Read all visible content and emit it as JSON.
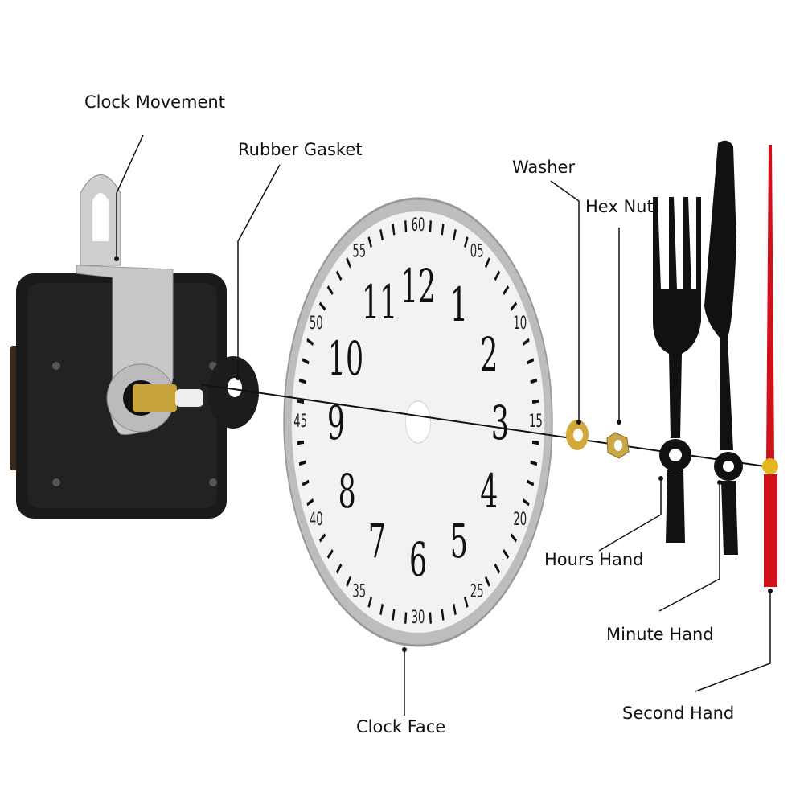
{
  "labels": {
    "clock_movement": "Clock Movement",
    "rubber_gasket": "Rubber Gasket",
    "washer": "Washer",
    "hex_nut": "Hex Nut",
    "hours_hand": "Hours Hand",
    "minute_hand": "Minute Hand",
    "second_hand": "Second Hand",
    "clock_face": "Clock Face"
  },
  "clock_face": {
    "hour_numbers": [
      "12",
      "1",
      "2",
      "3",
      "4",
      "5",
      "6",
      "7",
      "8",
      "9",
      "10",
      "11"
    ],
    "minute_numbers": [
      "60",
      "05",
      "10",
      "15",
      "20",
      "25",
      "30",
      "35",
      "40",
      "45",
      "50",
      "55"
    ]
  },
  "colors": {
    "movement": "#1a1a1a",
    "bracket": "#c8c8c8",
    "washer": "#d4a93a",
    "second_hand": "#d0101a",
    "face_rim": "#b8b8b8",
    "face_dial": "#f2f2f2"
  }
}
